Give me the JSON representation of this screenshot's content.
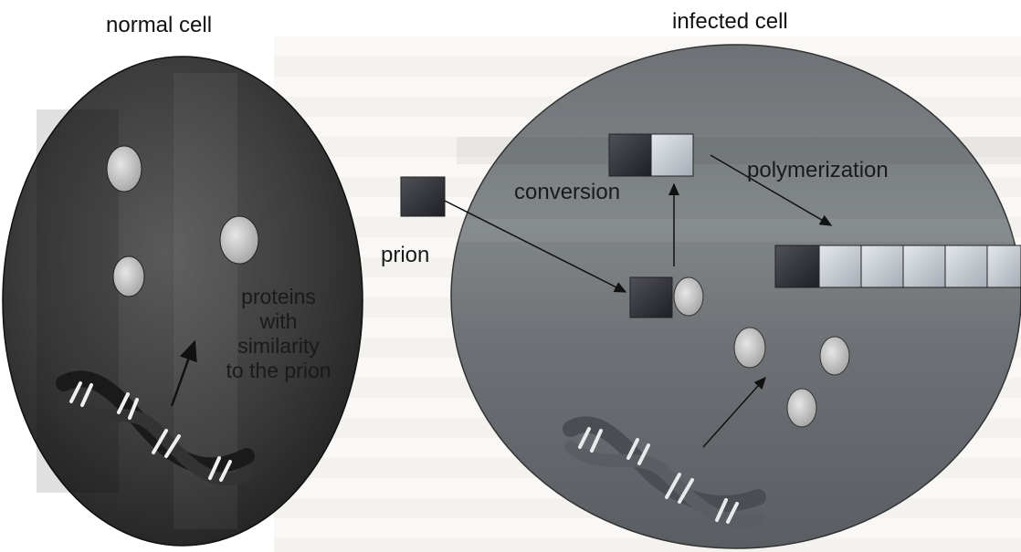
{
  "titles": {
    "normal": "normal cell",
    "infected": "infected cell"
  },
  "normal_cell": {
    "label_lines": [
      "proteins",
      "with",
      "similarity",
      "to the prion"
    ]
  },
  "infected_cell": {
    "prion_label": "prion",
    "conversion_label": "conversion",
    "polymerization_label": "polymerization"
  },
  "colors": {
    "normal_cell_fill": "#3a3a3a",
    "infected_cell_fill": "#707478",
    "protein_fill": "#c9c9c9",
    "prion_fill": "#303238"
  }
}
